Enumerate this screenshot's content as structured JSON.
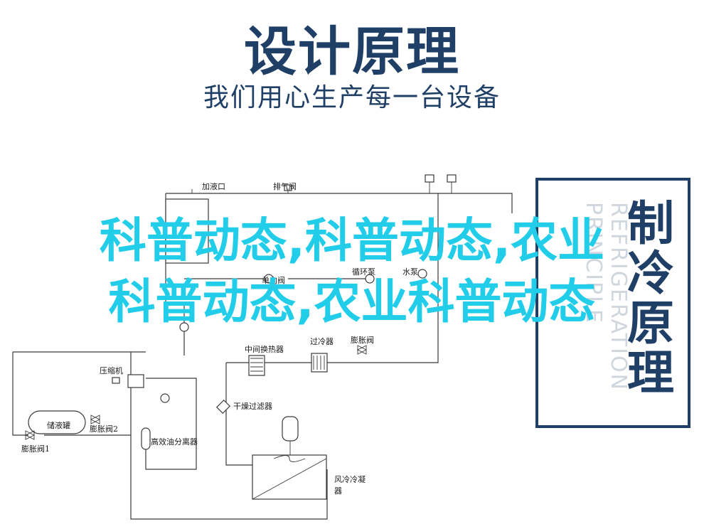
{
  "header": {
    "title": "设计原理",
    "subtitle": "我们用心生产每一台设备"
  },
  "diagram": {
    "labels": {
      "fill_port": "加液口",
      "exhaust_valve": "排气阀",
      "one_way_valve": "单向阀",
      "circulation_pump": "循环泵",
      "water_pump": "水泵",
      "intermediate_exchanger": "中间换热器",
      "subcooler": "过冷器",
      "expansion_valve": "膨胀阀",
      "compressor": "压缩机",
      "dry_filter": "干燥过滤器",
      "receiver": "储液罐",
      "expansion_valve_2": "膨胀阀2",
      "expansion_valve_1": "膨胀阀1",
      "oil_separator": "高效油分离器",
      "air_condenser_line1": "风冷冷凝",
      "air_condenser_line2": "器"
    }
  },
  "panel": {
    "chars": [
      "制",
      "冷",
      "原",
      "理"
    ],
    "ghost": "REFRIGERATION PRINCIPLE"
  },
  "overlay": {
    "line1": "科普动态,科普动态,农业",
    "line2": "科普动态,农业科普动态"
  }
}
